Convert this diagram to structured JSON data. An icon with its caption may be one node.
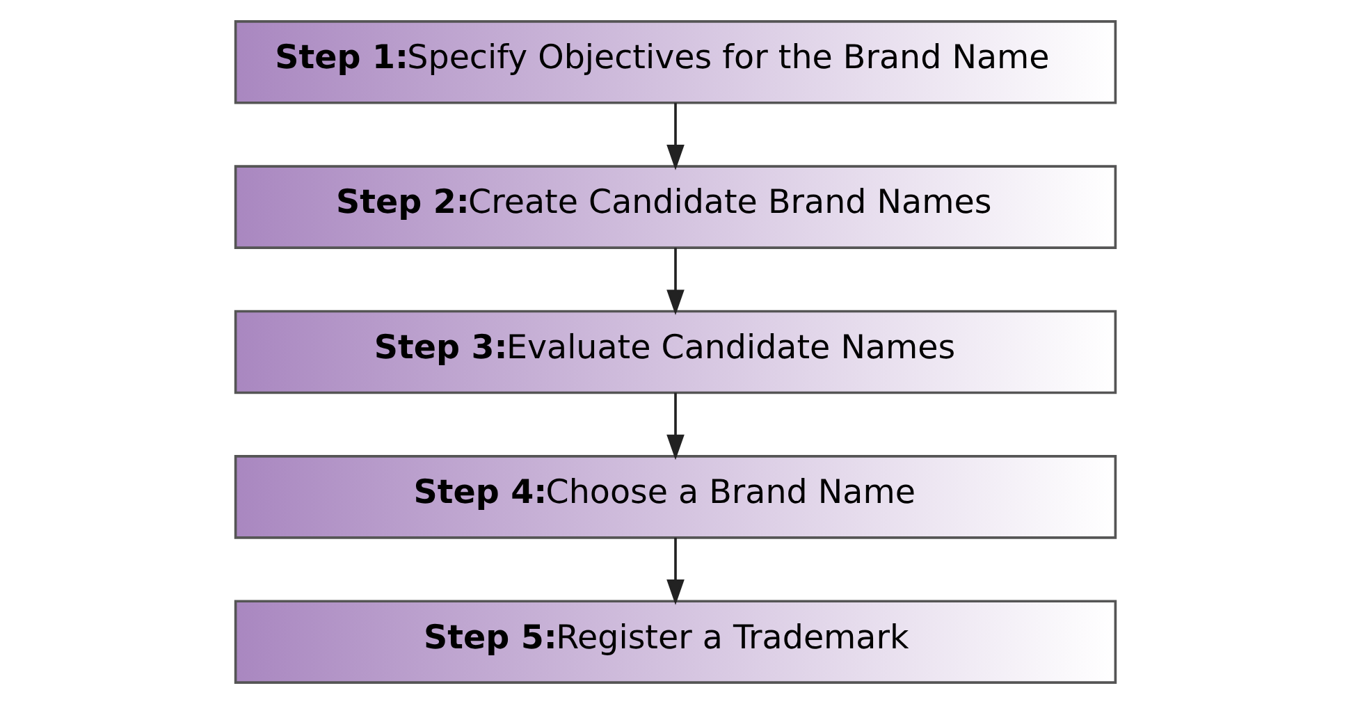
{
  "diagram": {
    "nodes": [
      {
        "text": [
          "Step 1:",
          "Specify Objectives for the Brand Name"
        ]
      },
      {
        "text": [
          "Step 2:",
          "Create Candidate Brand Names"
        ]
      },
      {
        "text": [
          "Step 3:",
          "Evaluate Candidate Names"
        ]
      },
      {
        "text": [
          "Step 4:",
          "Choose a Brand Name"
        ]
      },
      {
        "text": [
          "Step 5:",
          "Register a Trademark"
        ]
      }
    ],
    "edges": [
      {
        "from": 0,
        "to": 1,
        "arrow": "to"
      },
      {
        "from": 1,
        "to": 2,
        "arrow": "to"
      },
      {
        "from": 2,
        "to": 3,
        "arrow": "to"
      },
      {
        "from": 3,
        "to": 4,
        "arrow": "to"
      }
    ]
  }
}
